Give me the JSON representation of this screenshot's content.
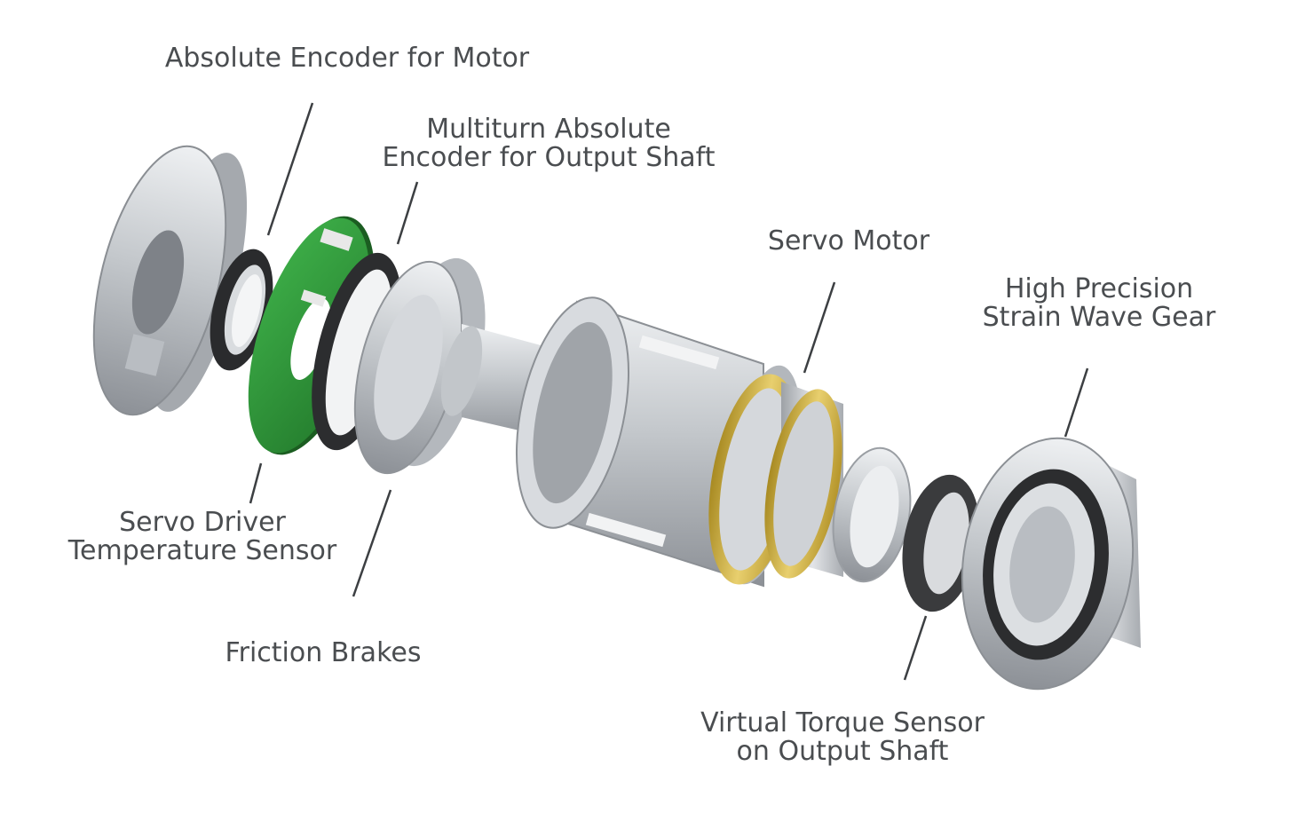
{
  "diagram": {
    "labels": {
      "absolute_encoder_motor": [
        "Absolute Encoder for Motor"
      ],
      "multiturn_encoder": [
        "Multiturn Absolute",
        "Encoder for Output Shaft"
      ],
      "servo_motor": [
        "Servo Motor"
      ],
      "strain_wave_gear": [
        "High Precision",
        "Strain Wave Gear"
      ],
      "servo_driver_temp": [
        "Servo Driver",
        "Temperature Sensor"
      ],
      "friction_brakes": [
        "Friction Brakes"
      ],
      "virtual_torque_sensor": [
        "Virtual Torque Sensor",
        "on Output Shaft"
      ]
    },
    "colors": {
      "label_text": "#4a4d50",
      "leader_line": "#3c3f42",
      "aluminum": "#c9ccd0",
      "pcb_green": "#2f9b3a",
      "brass": "#c9a93a",
      "rubber": "#2a2b2d"
    }
  }
}
